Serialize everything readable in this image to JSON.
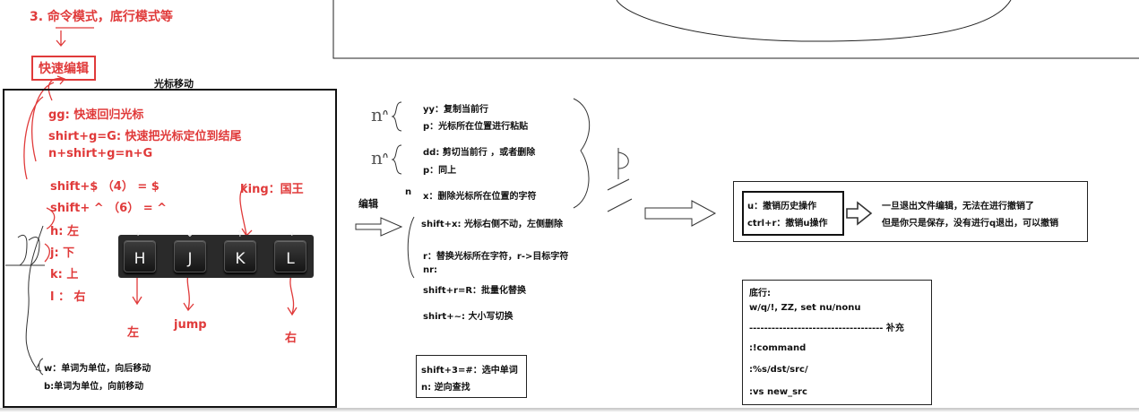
{
  "header": {
    "step": "3. 命令模式，底行模式等",
    "quick_edit": "快速编辑"
  },
  "cursor_box": {
    "title": "光标移动",
    "lines": [
      "gg: 快速回归光标",
      "shirt+g=G: 快速把光标定位到结尾",
      "n+shirt+g=n+G",
      "shift+$ （4） = $",
      "shift+ ^ （6） = ^",
      "h: 左",
      "j:  下",
      "k:  上",
      "l ： 右"
    ],
    "king": "king：国王",
    "keys": [
      "H",
      "J",
      "K",
      "L"
    ],
    "key_meanings": [
      "左",
      "jump",
      "右"
    ],
    "word_move": [
      "w：单词为单位，向后移动",
      "b:单词为单位，向前移动"
    ]
  },
  "edit": {
    "label": "编辑",
    "n_marks": [
      "n",
      "n",
      "n"
    ],
    "p_mark": "P",
    "lines": [
      "yy：复制当前行",
      "p：光标所在位置进行粘贴",
      "dd: 剪切当前行 ，或者删除",
      "p：同上",
      "x：删除光标所在位置的字符",
      "shift+x: 光标右侧不动，左侧删除",
      "r：替换光标所在字符，r->目标字符",
      "nr:",
      "shift+r=R：批量化替换",
      "shirt+~: 大小写切换"
    ]
  },
  "search_box": {
    "lines": [
      "shift+3=#：选中单词",
      "n: 逆向查找"
    ]
  },
  "undo": {
    "lines": [
      "u：撤销历史操作",
      "ctrl+r：撤销u操作"
    ],
    "notes": [
      "一旦退出文件编辑，无法在进行撤销了",
      "但是你只是保存，没有进行q退出，可以撤销"
    ]
  },
  "bottom_line": {
    "lines": [
      "底行:",
      "w/q/!, ZZ, set nu/nonu",
      "------------------------------------ 补充",
      ":!command",
      ":%s/dst/src/",
      ":vs new_src"
    ]
  },
  "colors": {
    "accent_red": "#e03a3a",
    "ink": "#111111"
  }
}
